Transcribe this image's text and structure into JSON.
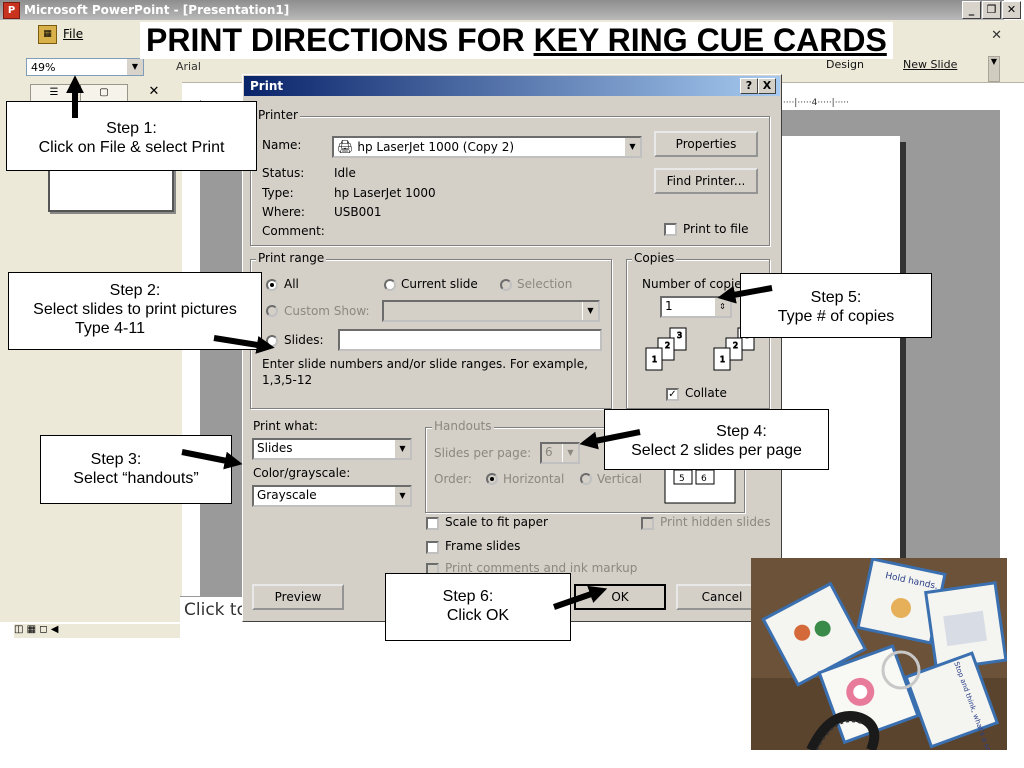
{
  "app": {
    "title": "Microsoft PowerPoint - [Presentation1]",
    "file_menu": "File",
    "zoom": "49%",
    "font": "Arial",
    "design": "Design",
    "new_slide": "New Slide",
    "notes_placeholder": "Click to",
    "ruler_marks": "4"
  },
  "headline": {
    "part1": "PRINT DIRECTIONS FOR ",
    "part2": "KEY RING CUE CARDS"
  },
  "dialog": {
    "title": "Print",
    "help": "?",
    "close": "X",
    "printer": {
      "group": "Printer",
      "name_label": "Name:",
      "name_value": "hp LaserJet 1000 (Copy 2)",
      "status_label": "Status:",
      "status_value": "Idle",
      "type_label": "Type:",
      "type_value": "hp LaserJet 1000",
      "where_label": "Where:",
      "where_value": "USB001",
      "comment_label": "Comment:",
      "properties": "Properties",
      "find_printer": "Find Printer...",
      "print_to_file": "Print to file"
    },
    "range": {
      "group": "Print range",
      "all": "All",
      "current_slide": "Current slide",
      "selection": "Selection",
      "custom_show": "Custom Show:",
      "slides": "Slides:",
      "help_text_1": "Enter slide numbers and/or slide ranges. For example,",
      "help_text_2": "1,3,5-12"
    },
    "copies": {
      "group": "Copies",
      "number_label": "Number of copies:",
      "number_value": "1",
      "collate": "Collate"
    },
    "print_what": {
      "label": "Print what:",
      "value": "Slides",
      "color_label": "Color/grayscale:",
      "color_value": "Grayscale"
    },
    "handouts": {
      "group": "Handouts",
      "per_page_label": "Slides per page:",
      "per_page_value": "6",
      "order_label": "Order:",
      "horizontal": "Horizontal",
      "vertical": "Vertical"
    },
    "options": {
      "scale": "Scale to fit paper",
      "frame": "Frame slides",
      "comments": "Print comments and ink markup",
      "hidden": "Print hidden slides"
    },
    "buttons": {
      "preview": "Preview",
      "ok": "OK",
      "cancel": "Cancel"
    }
  },
  "callouts": {
    "step1": [
      "Step 1:",
      "Click on File &  select Print"
    ],
    "step2": [
      "Step 2:",
      "Select slides to print pictures",
      "Type 4-11"
    ],
    "step3": [
      "Step 3:",
      "Select “handouts”"
    ],
    "step4": [
      "Step 4:",
      "Select 2 slides per page"
    ],
    "step5": [
      "Step 5:",
      "Type # of copies"
    ],
    "step6": [
      "Step 6:",
      "Click OK"
    ]
  },
  "photo_cards": {
    "card1": "Hold hands.",
    "card2": "Stop and think, what's a solution?"
  },
  "colors": {
    "dialog_title": "#0a246a",
    "dialog_face": "#d4d0c8",
    "pp_chrome": "#ece9d8"
  }
}
